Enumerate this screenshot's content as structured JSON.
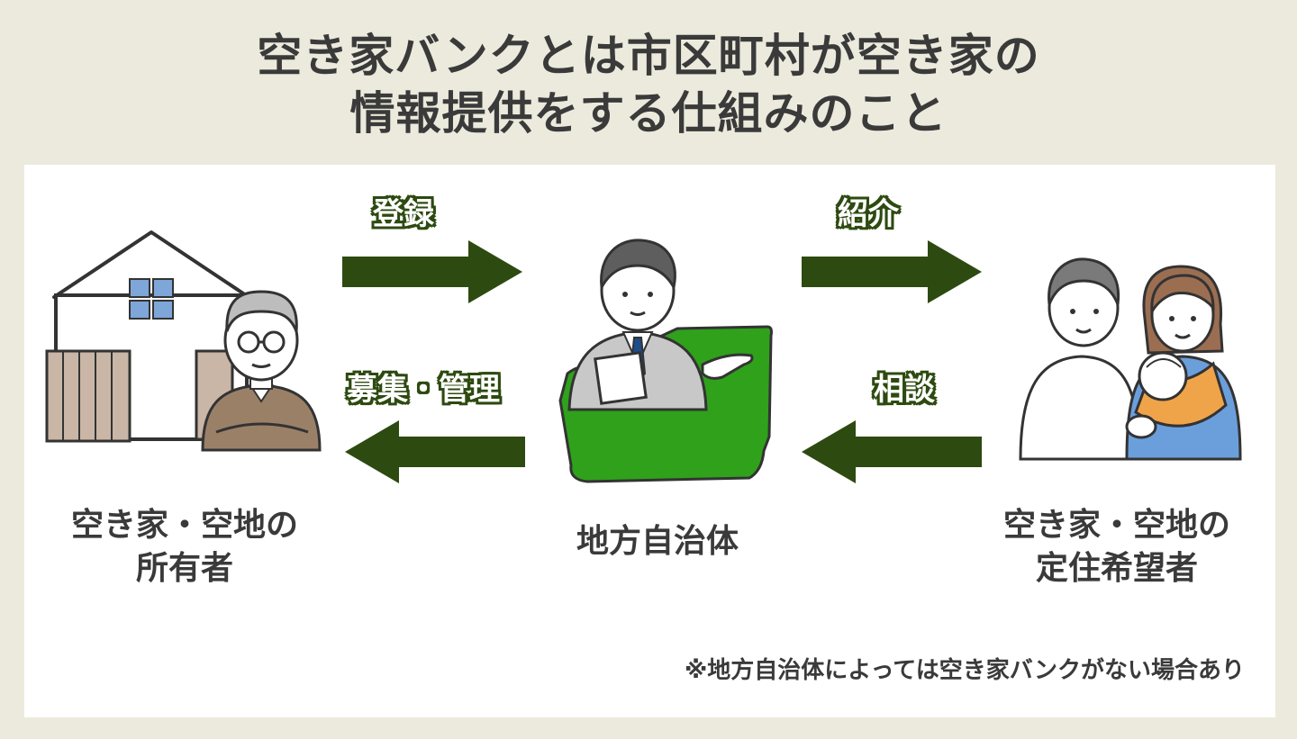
{
  "title": {
    "line1": "空き家バンクとは市区町村が空き家の",
    "line2": "情報提供をする仕組みのこと"
  },
  "actors": {
    "owner": {
      "line1": "空き家・空地の",
      "line2": "所有者"
    },
    "government": {
      "line1": "地方自治体"
    },
    "seeker": {
      "line1": "空き家・空地の",
      "line2": "定住希望者"
    }
  },
  "flows": {
    "register": "登録",
    "introduce": "紹介",
    "recruit_manage": "募集・管理",
    "consult": "相談"
  },
  "note": "※地方自治体によっては空き家バンクがない場合あり",
  "colors": {
    "arrow": "#2d4a10",
    "panel_bg": "#ffffff",
    "page_bg": "#ebeadc",
    "accent_green": "#2fa11b"
  }
}
